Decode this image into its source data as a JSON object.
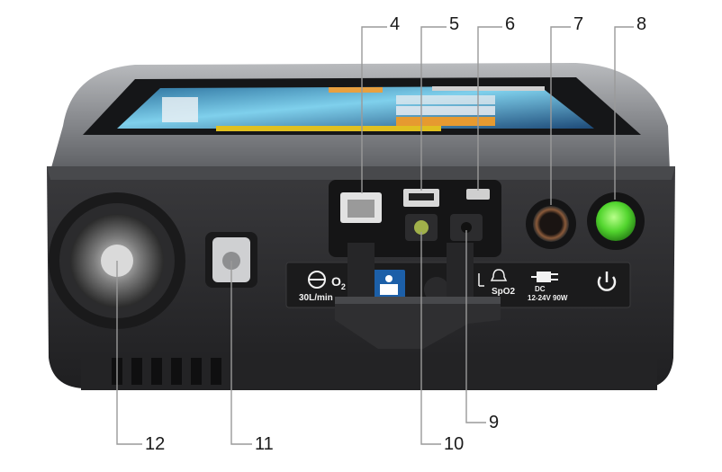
{
  "callouts": [
    {
      "id": "4",
      "label": "4"
    },
    {
      "id": "5",
      "label": "5"
    },
    {
      "id": "6",
      "label": "6"
    },
    {
      "id": "7",
      "label": "7"
    },
    {
      "id": "8",
      "label": "8"
    },
    {
      "id": "9",
      "label": "9"
    },
    {
      "id": "10",
      "label": "10"
    },
    {
      "id": "11",
      "label": "11"
    },
    {
      "id": "12",
      "label": "12"
    }
  ],
  "panel": {
    "oxygen_symbol": "O",
    "oxygen_subscript": "2",
    "oxygen_rate": "30L/min",
    "spo2_label": "SpO2",
    "dc_label": "DC",
    "dc_rating": "12-24V  90W"
  },
  "colors": {
    "device_body": "#2b2b2d",
    "housing_top": "#8c8e91",
    "power_button": "#5fe03c",
    "screen": "#4fb3d9",
    "callout_text": "#1a1a1a"
  },
  "icons": [
    "oxygen-inlet-icon",
    "manual-icon",
    "alarm-bell-icon",
    "dc-plug-icon",
    "power-icon"
  ]
}
